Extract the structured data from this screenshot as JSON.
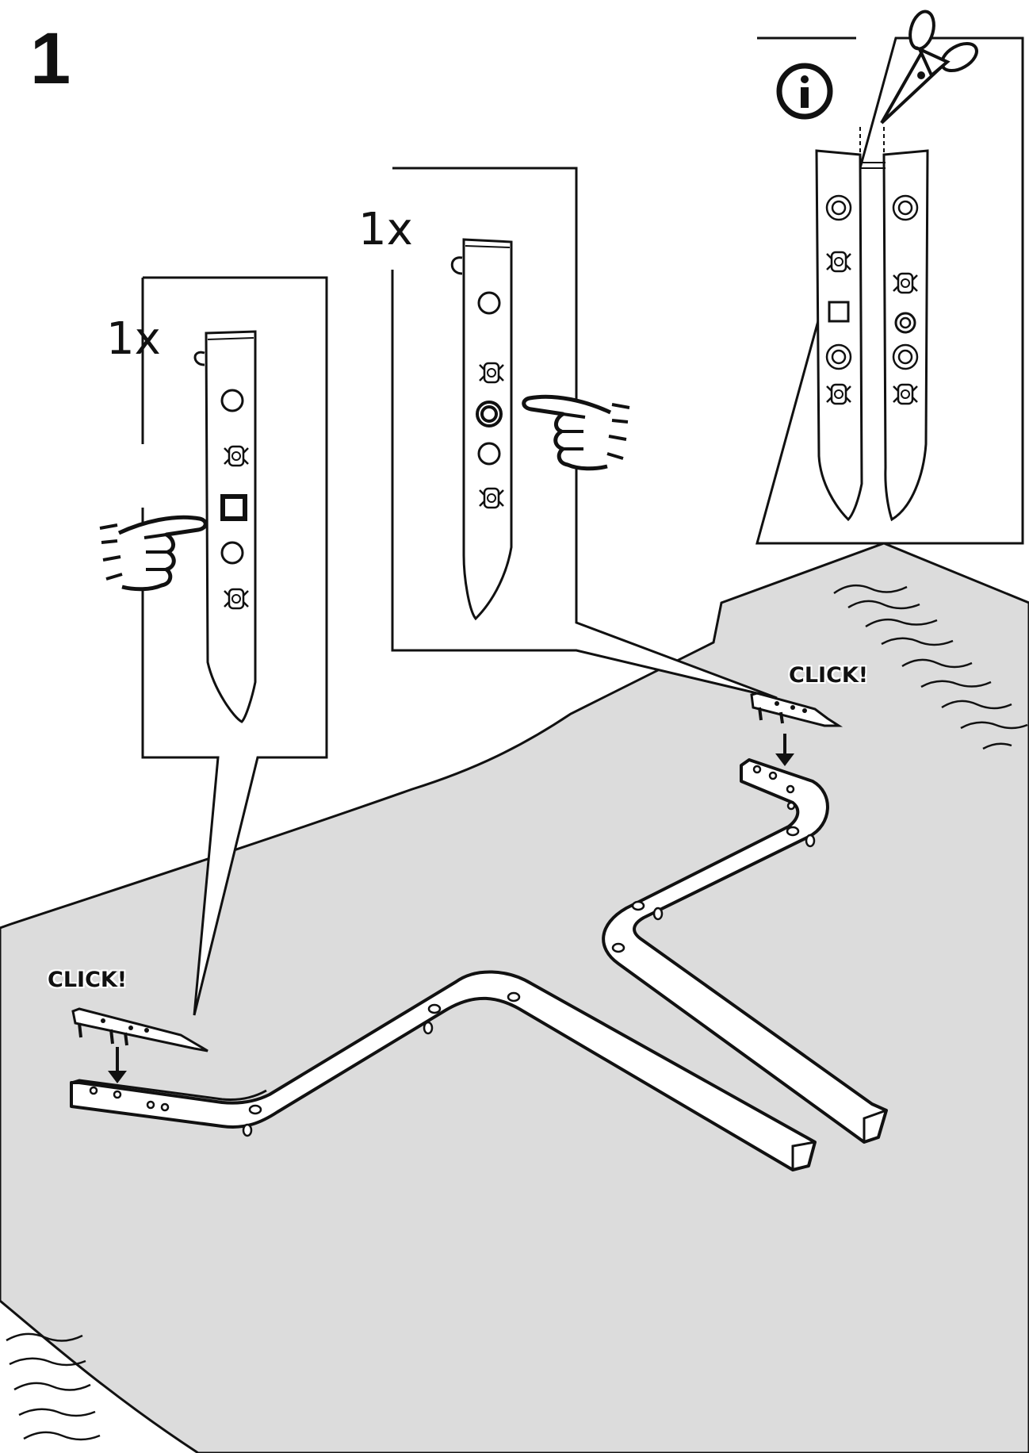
{
  "step": {
    "number": "1"
  },
  "callouts": {
    "left": {
      "quantity": "1x"
    },
    "middle": {
      "quantity": "1x"
    },
    "info": {
      "icon": "info-icon",
      "tool_icon": "scissors-icon"
    }
  },
  "click_labels": {
    "right": "CLICK!",
    "left": "CLICK!"
  },
  "colors": {
    "line": "#111111",
    "mat": "#dcdcdc",
    "background": "#ffffff"
  }
}
